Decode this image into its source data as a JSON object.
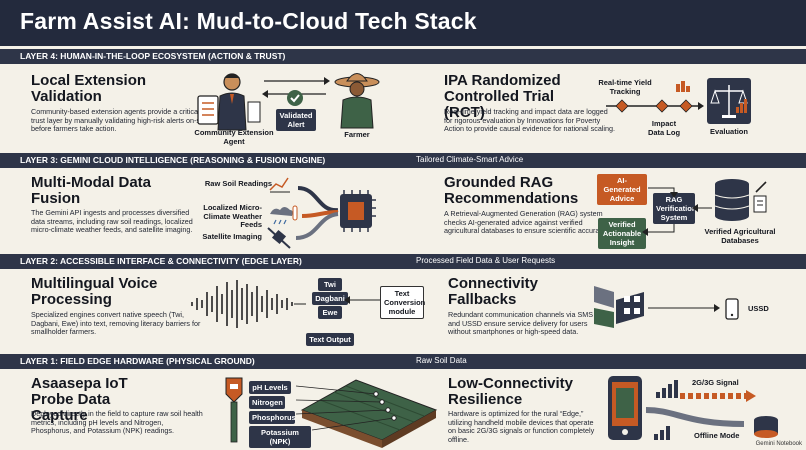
{
  "title": "Farm Assist AI: Mud-to-Cloud Tech Stack",
  "layers": {
    "l4": {
      "name": "LAYER 4: HUMAN-IN-THE-LOOP ECOSYSTEM (ACTION & TRUST)"
    },
    "l3": {
      "name": "LAYER 3: GEMINI CLOUD INTELLIGENCE (REASONING & FUSION ENGINE)",
      "flow": "Tailored Climate-Smart Advice"
    },
    "l2": {
      "name": "LAYER 2: ACCESSIBLE INTERFACE & CONNECTIVITY (EDGE LAYER)",
      "flow": "Processed Field Data & User Requests"
    },
    "l1": {
      "name": "LAYER 1: FIELD EDGE HARDWARE (PHYSICAL GROUND)",
      "flow": "Raw Soil Data"
    }
  },
  "sections": {
    "extension": {
      "title": "Local Extension Validation",
      "desc": "Community-based extension agents provide a critical trust layer by manually validating high-risk alerts on-site before farmers take action.",
      "agent_label": "Community Extension Agent",
      "validated_label": "Validated Alert",
      "farmer_label": "Farmer"
    },
    "rct": {
      "title": "IPA Randomized Controlled Trial (RCT)",
      "desc": "Real-time yield tracking and impact data are logged for rigorous evaluation by Innovations for Poverty Action to provide causal evidence for national scaling.",
      "yield_label": "Real-time Yield Tracking",
      "impact_label": "Impact Data Log",
      "eval_label": "Evaluation"
    },
    "fusion": {
      "title": "Multi-Modal Data Fusion",
      "desc": "The Gemini API ingests and processes diversified data streams, including raw soil readings, localized micro-climate weather feeds, and satellite imaging.",
      "inputs": [
        "Raw Soil Readings",
        "Localized Micro-Climate Weather Feeds",
        "Satellite Imaging"
      ]
    },
    "rag": {
      "title": "Grounded RAG Recommendations",
      "desc": "A Retrieval-Augmented Generation (RAG) system checks AI-generated advice against verified agricultural databases to ensure scientific accuracy.",
      "ai_advice": "AI-Generated Advice",
      "rag_system": "RAG Verification System",
      "verified_insight": "Verified Actionable Insight",
      "databases": "Verified Agricultural Databases"
    },
    "voice": {
      "title": "Multilingual Voice Processing",
      "desc": "Specialized engines convert native speech (Twi, Dagbani, Ewe) into text, removing literacy barriers for smallholder farmers.",
      "languages": [
        "Twi",
        "Dagbani",
        "Ewe"
      ],
      "converter": "Text Conversion module",
      "output": "Text Output"
    },
    "fallback": {
      "title": "Connectivity Fallbacks",
      "desc": "Redundant communication channels via SMS and USSD ensure service delivery for users without smartphones or high-speed data.",
      "ussd": "USSD"
    },
    "probe": {
      "title": "Asaasepa IoT Probe Data Capture",
      "desc": "Deployed directly in the field to capture raw soil health metrics, including pH levels and Nitrogen, Phosphorus, and Potassium (NPK) readings.",
      "metrics": [
        "pH Levels",
        "Nitrogen",
        "Phosphorus",
        "Potassium (NPK)"
      ]
    },
    "resilience": {
      "title": "Low-Connectivity Resilience",
      "desc": "Hardware is optimized for the rural “Edge,” utilizing handheld mobile devices that operate on basic 2G/3G signals or function completely offline.",
      "signal": "2G/3G Signal",
      "offline": "Offline Mode"
    }
  },
  "watermark": "Gemini Notebook",
  "colors": {
    "navy": "#2e3548",
    "orange": "#c65a24",
    "green": "#3e6247",
    "background": "#f4f1e8"
  }
}
